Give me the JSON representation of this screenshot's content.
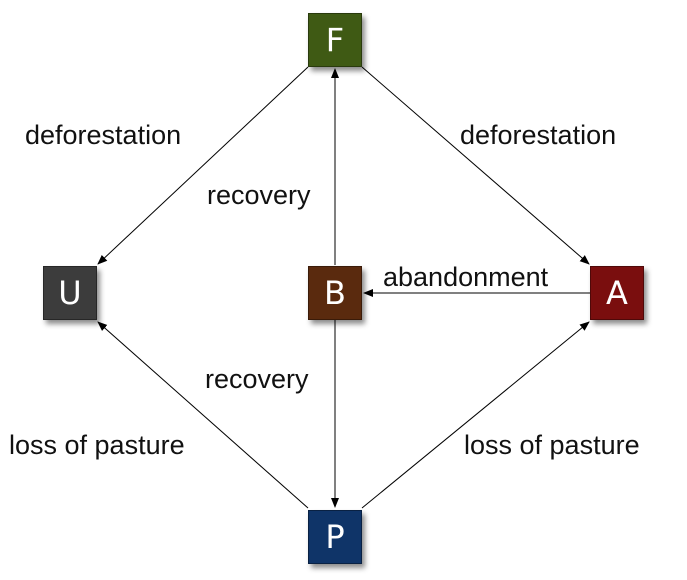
{
  "nodes": {
    "F": {
      "letter": "F",
      "color": "#3f5a14"
    },
    "U": {
      "letter": "U",
      "color": "#3c3c3c"
    },
    "B": {
      "letter": "B",
      "color": "#5a2a0e"
    },
    "A": {
      "letter": "A",
      "color": "#7a0e0e"
    },
    "P": {
      "letter": "P",
      "color": "#0f3468"
    }
  },
  "edges": {
    "f_to_u": "deforestation",
    "f_to_a": "deforestation",
    "b_to_f": "recovery",
    "a_to_b": "abandonment",
    "b_to_p": "recovery",
    "p_to_u": "loss of pasture",
    "p_to_a": "loss of pasture"
  }
}
